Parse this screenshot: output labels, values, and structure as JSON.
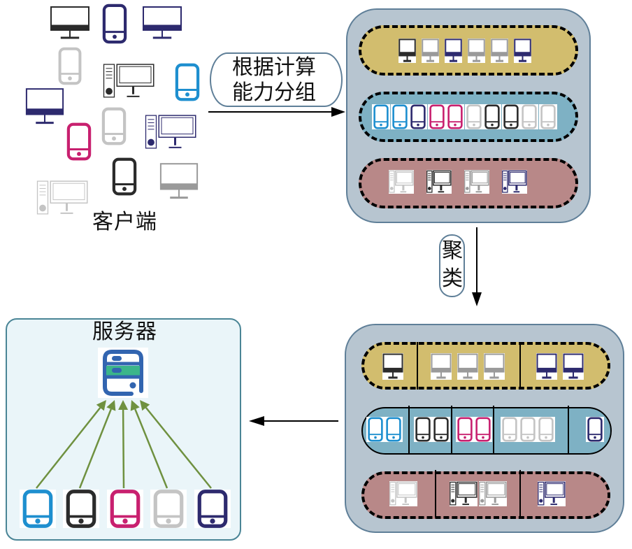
{
  "colors": {
    "black": "#2b2b2b",
    "navy": "#2d2a6e",
    "gray": "#9a9a9a",
    "light_gray": "#c4c4c4",
    "blue": "#1e8fcf",
    "magenta": "#c8206f",
    "server_blue": "#3265b0",
    "server_green": "#3bb58a",
    "arrow_green": "#6f9140",
    "group_bg": "#b7c5d0",
    "gold": "#d2bd6e",
    "teal": "#7eb1c4",
    "rose": "#b88888"
  },
  "clients": {
    "label": "客户端",
    "devices": [
      {
        "type": "monitor",
        "color": "black"
      },
      {
        "type": "phone",
        "color": "navy"
      },
      {
        "type": "monitor",
        "color": "navy"
      },
      {
        "type": "phone",
        "color": "light_gray"
      },
      {
        "type": "desktop",
        "color": "black"
      },
      {
        "type": "phone",
        "color": "blue"
      },
      {
        "type": "monitor",
        "color": "navy"
      },
      {
        "type": "phone",
        "color": "light_gray"
      },
      {
        "type": "desktop",
        "color": "navy"
      },
      {
        "type": "phone",
        "color": "magenta"
      },
      {
        "type": "phone",
        "color": "black"
      },
      {
        "type": "monitor",
        "color": "gray"
      },
      {
        "type": "desktop",
        "color": "light_gray"
      }
    ]
  },
  "step_group": {
    "label_line1": "根据计算",
    "label_line2": "能力分组"
  },
  "step_cluster": {
    "label_line1": "聚",
    "label_line2": "类"
  },
  "grouped": {
    "monitors": [
      "black",
      "gray",
      "navy",
      "gray",
      "gray",
      "navy"
    ],
    "phones": [
      "blue",
      "blue",
      "navy",
      "magenta",
      "magenta",
      "light_gray",
      "black",
      "black",
      "light_gray",
      "light_gray"
    ],
    "desktops": [
      "light_gray",
      "black",
      "gray",
      "navy"
    ]
  },
  "clustered": {
    "monitors": [
      [
        "black"
      ],
      [
        "gray",
        "gray",
        "gray"
      ],
      [
        "navy",
        "navy"
      ]
    ],
    "phones": [
      [
        "blue",
        "blue"
      ],
      [
        "black",
        "black"
      ],
      [
        "magenta",
        "magenta"
      ],
      [
        "light_gray",
        "light_gray",
        "light_gray"
      ],
      [
        "navy"
      ]
    ],
    "desktops": [
      [
        "light_gray"
      ],
      [
        "black",
        "gray"
      ],
      [
        "navy"
      ]
    ]
  },
  "server": {
    "label": "服务器",
    "representatives": [
      "blue",
      "black",
      "magenta",
      "light_gray",
      "navy"
    ]
  }
}
